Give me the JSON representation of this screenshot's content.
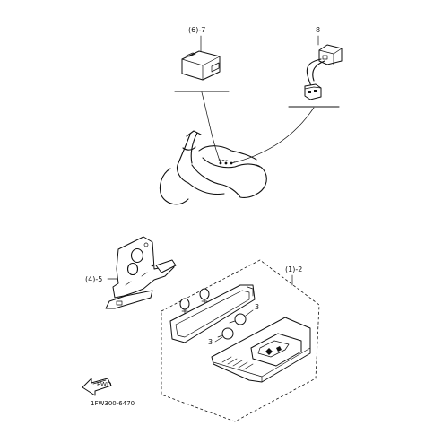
{
  "callouts": {
    "relay": "(6)-7",
    "connector": "8",
    "bracket": "(4)-5",
    "taillight": "(1)-2",
    "bulb_upper": "3",
    "bulb_lower": "3"
  },
  "footer": {
    "part_code": "1FW300-6470"
  }
}
